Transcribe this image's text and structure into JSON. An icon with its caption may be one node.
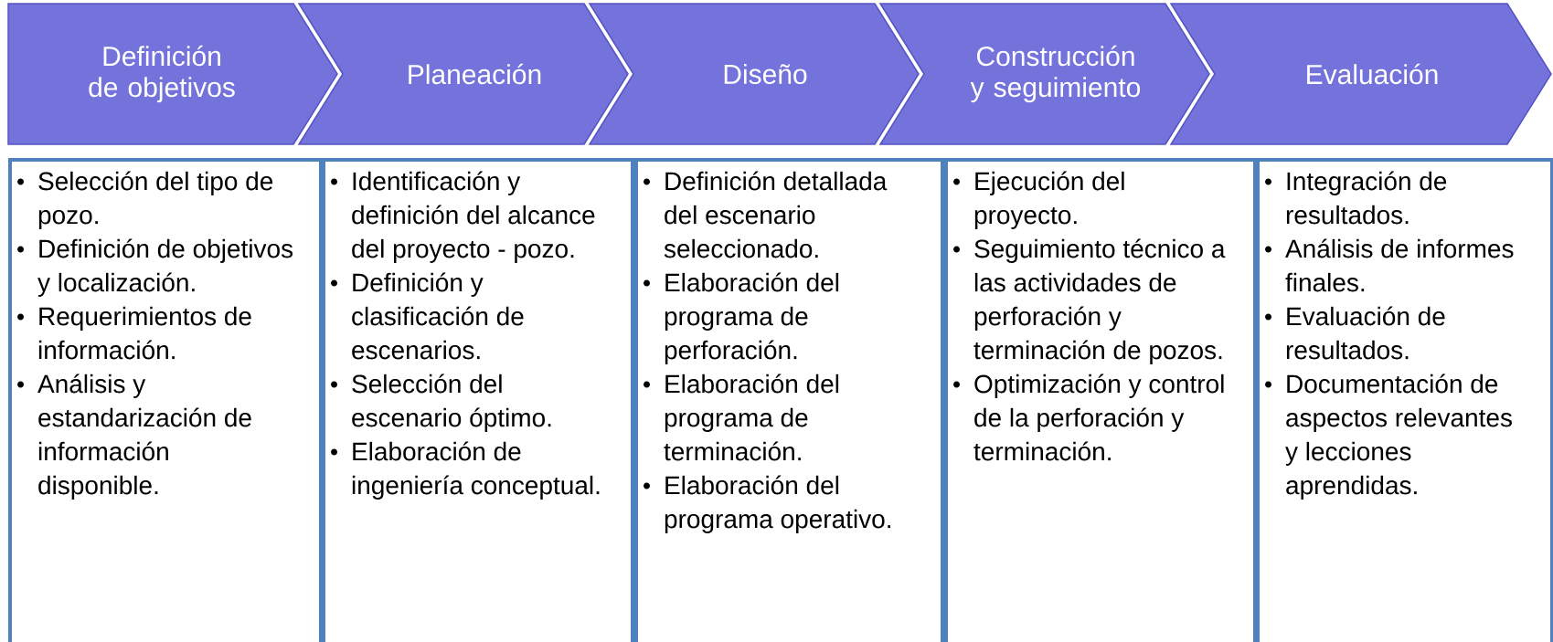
{
  "diagram": {
    "nodes": [
      {
        "text": [
          "Definición de objetivos"
        ]
      },
      {
        "text": [
          "Planeación"
        ]
      },
      {
        "text": [
          "Diseño"
        ]
      },
      {
        "text": [
          "Construcción y seguimiento"
        ]
      },
      {
        "text": [
          "Evaluación"
        ]
      },
      {
        "text": [
          "Selección del tipo de pozo.",
          "Definición de objetivos y localización.",
          "Requerimientos de información.",
          "Análisis y estandarización de información disponible."
        ]
      },
      {
        "text": [
          "Identificación y definición del alcance del proyecto - pozo.",
          "Definición y clasificación de escenarios.",
          "Selección del escenario óptimo.",
          "Elaboración de ingeniería conceptual."
        ]
      },
      {
        "text": [
          "Definición detallada del escenario seleccionado.",
          "Elaboración del programa de perforación.",
          "Elaboración del programa de terminación.",
          "Elaboración del programa operativo."
        ]
      },
      {
        "text": [
          "Ejecución del proyecto.",
          "Seguimiento técnico a las actividades de perforación y terminación de pozos.",
          "Optimización y control de la perforación y terminación."
        ]
      },
      {
        "text": [
          "Integración de resultados.",
          "Análisis de informes finales.",
          "Evaluación de resultados.",
          "Documentación de aspectos relevantes y lecciones aprendidas."
        ]
      }
    ]
  }
}
